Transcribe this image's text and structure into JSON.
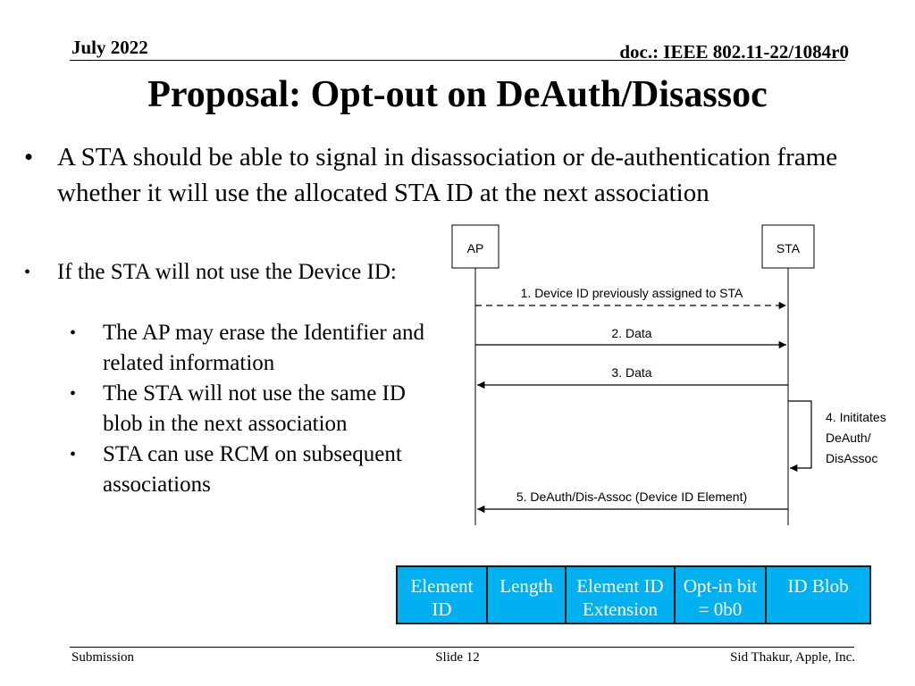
{
  "header": {
    "date": "July 2022",
    "doc": "doc.: IEEE 802.11-22/1084r0"
  },
  "title": "Proposal: Opt-out on DeAuth/Disassoc",
  "bullets": {
    "main": "A STA should be able to signal in disassociation or de-authentication frame whether it will use the allocated STA ID at the next association",
    "sub": "If the STA will not use the Device ID:",
    "subsub": [
      "The AP may erase the Identifier and related information",
      "The STA will not use the same ID blob in the next association",
      "STA can use RCM on subsequent associations"
    ]
  },
  "diagram": {
    "ap_label": "AP",
    "sta_label": "STA",
    "messages": [
      "1. Device ID previously assigned to STA",
      "2. Data",
      "3. Data",
      "5. DeAuth/Dis-Assoc (Device ID Element)"
    ],
    "self_note": [
      "4. Inititates",
      "DeAuth/",
      "DisAssoc"
    ]
  },
  "frame_fields": [
    {
      "label1": "Element",
      "label2": "ID"
    },
    {
      "label1": "Length",
      "label2": ""
    },
    {
      "label1": "Element ID",
      "label2": "Extension"
    },
    {
      "label1": "Opt-in bit",
      "label2": "= 0b0"
    },
    {
      "label1": "ID Blob",
      "label2": ""
    }
  ],
  "colors": {
    "field_fill": "#00b0f0",
    "field_text": "#ffffff"
  },
  "footer": {
    "left": "Submission",
    "center": "Slide 12",
    "right": "Sid Thakur, Apple, Inc."
  }
}
